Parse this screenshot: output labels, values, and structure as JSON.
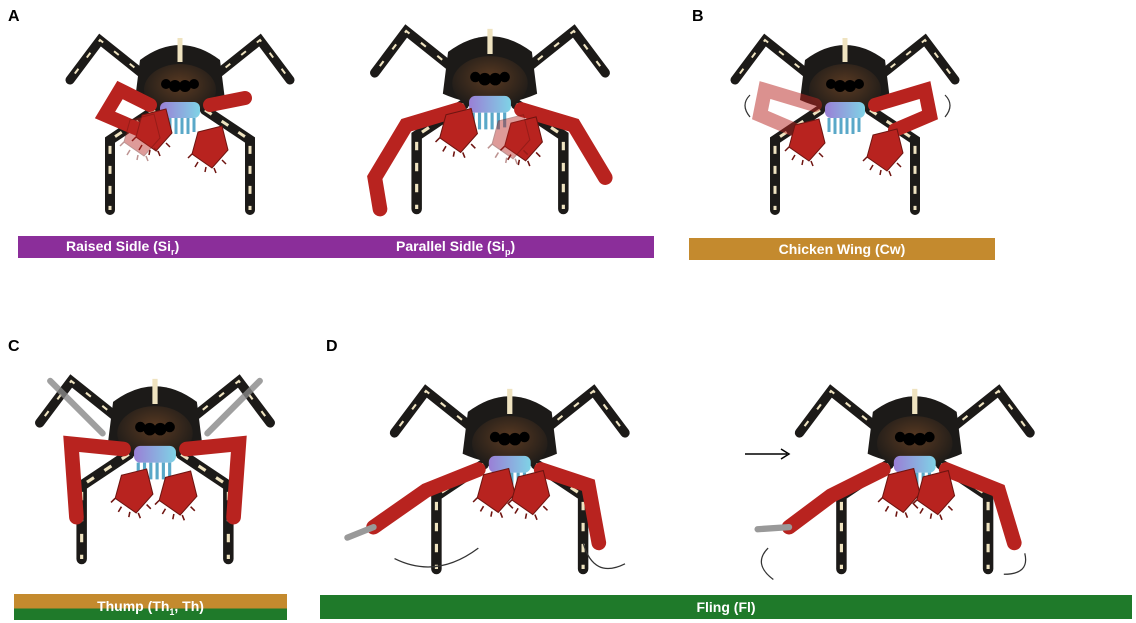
{
  "panels": {
    "a": {
      "letter": "A"
    },
    "b": {
      "letter": "B"
    },
    "c": {
      "letter": "C"
    },
    "d": {
      "letter": "D"
    }
  },
  "labels": {
    "raised": {
      "text": "Raised Sidle (Si",
      "sub": "r",
      "close": ")"
    },
    "parallel": {
      "text": "Parallel Sidle (Si",
      "sub": "p",
      "close": ")"
    },
    "chicken": {
      "text": "Chicken Wing (Cw)"
    },
    "thump": {
      "text": "Thump (Th",
      "sub": "1",
      "close": ", Th)"
    },
    "fling": {
      "text": "Fling (Fl)"
    }
  },
  "colors": {
    "purple": "#8b2e9a",
    "gold": "#c48a2e",
    "green": "#1f7a2a",
    "body": "#1c1a18",
    "red": "#b8231f",
    "cream": "#efe3c0"
  },
  "icons": {
    "sequence_arrow": "right-arrow-icon",
    "motion_arrow": "curved-arrow-icon"
  }
}
